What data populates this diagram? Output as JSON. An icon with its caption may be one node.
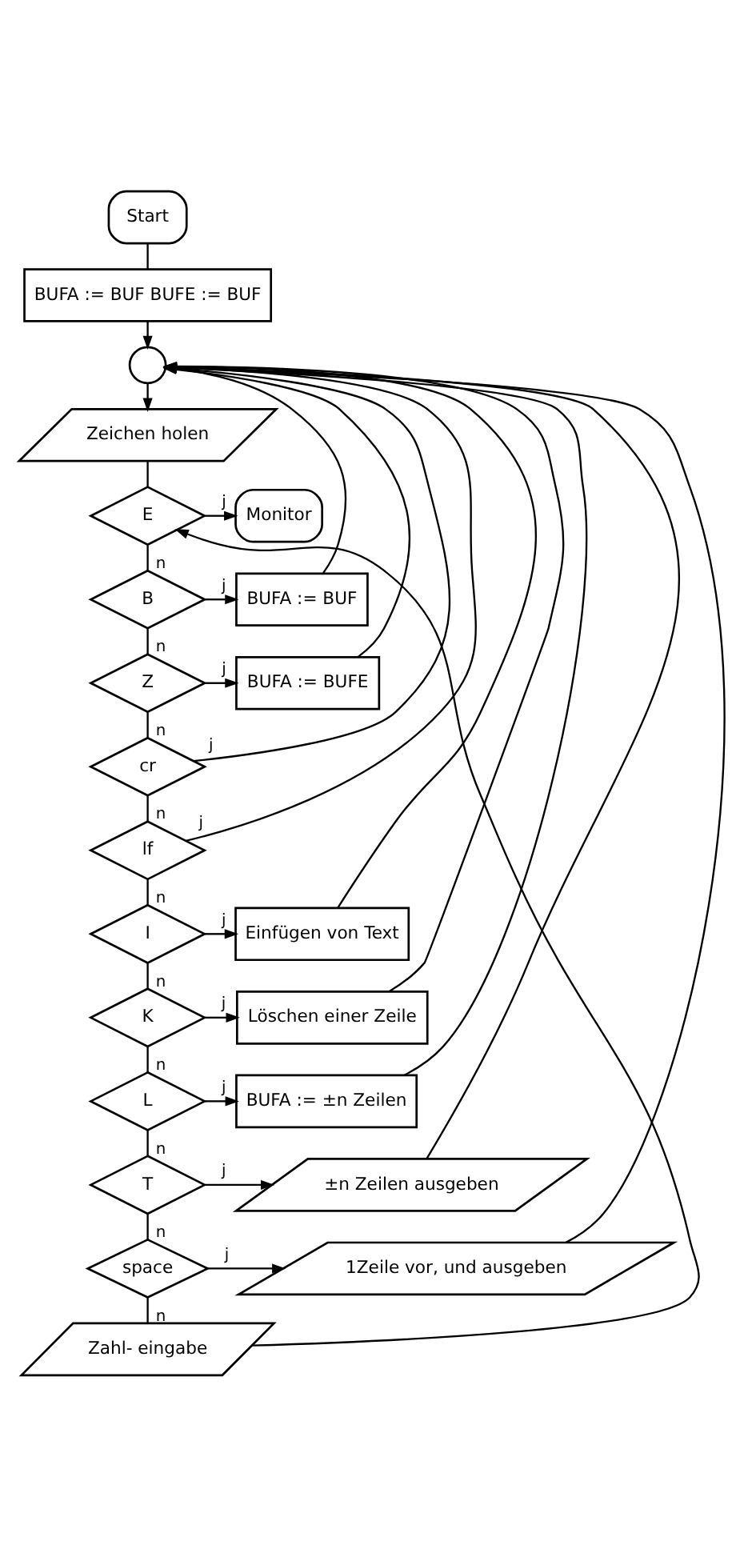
{
  "diagram": {
    "nodes": [
      {
        "text": [
          "Start"
        ]
      },
      {
        "text": [
          "BUFA := BUF BUFE := BUF"
        ]
      },
      {
        "text": [],
        "shape": "circle"
      },
      {
        "text": [
          "Zeichen holen"
        ]
      },
      {
        "text": [
          "E"
        ]
      },
      {
        "text": [
          "Monitor"
        ]
      },
      {
        "text": [
          "B"
        ]
      },
      {
        "text": [
          "BUFA := BUF"
        ]
      },
      {
        "text": [
          "Z"
        ]
      },
      {
        "text": [
          "BUFA := BUFE"
        ]
      },
      {
        "text": [
          "cr"
        ]
      },
      {
        "text": [
          "lf"
        ]
      },
      {
        "text": [
          "I"
        ]
      },
      {
        "text": [
          "Einfügen von Text"
        ]
      },
      {
        "text": [
          "K"
        ]
      },
      {
        "text": [
          "Löschen einer Zeile"
        ]
      },
      {
        "text": [
          "L"
        ]
      },
      {
        "text": [
          "BUFA := ±n Zeilen"
        ]
      },
      {
        "text": [
          "T"
        ]
      },
      {
        "text": [
          "±n Zeilen ausgeben"
        ]
      },
      {
        "text": [
          "space"
        ]
      },
      {
        "text": [
          "1Zeile vor, und ausgeben"
        ]
      },
      {
        "text": [
          "Zahl- eingabe"
        ]
      }
    ],
    "edges": [
      {
        "from": 0,
        "to": 1,
        "arrow": "none"
      },
      {
        "from": 1,
        "to": 2,
        "arrow": "to"
      },
      {
        "from": 2,
        "to": 3,
        "arrow": "to"
      },
      {
        "from": 3,
        "to": 4,
        "arrow": "none"
      },
      {
        "from": 4,
        "to": 5,
        "arrow": "to",
        "label": "j"
      },
      {
        "from": 4,
        "to": 6,
        "arrow": "none",
        "label": "n"
      },
      {
        "from": 6,
        "to": 7,
        "arrow": "to",
        "label": "j"
      },
      {
        "from": 7,
        "to": 2,
        "arrow": "to"
      },
      {
        "from": 6,
        "to": 8,
        "arrow": "none",
        "label": "n"
      },
      {
        "from": 8,
        "to": 9,
        "arrow": "to",
        "label": "j"
      },
      {
        "from": 9,
        "to": 2,
        "arrow": "to"
      },
      {
        "from": 8,
        "to": 10,
        "arrow": "none",
        "label": "n"
      },
      {
        "from": 10,
        "to": 2,
        "arrow": "to",
        "label": "j"
      },
      {
        "from": 10,
        "to": 11,
        "arrow": "none",
        "label": "n"
      },
      {
        "from": 11,
        "to": 2,
        "arrow": "to",
        "label": "j"
      },
      {
        "from": 11,
        "to": 12,
        "arrow": "none",
        "label": "n"
      },
      {
        "from": 12,
        "to": 13,
        "arrow": "to",
        "label": "j"
      },
      {
        "from": 13,
        "to": 2,
        "arrow": "to"
      },
      {
        "from": 12,
        "to": 14,
        "arrow": "none",
        "label": "n"
      },
      {
        "from": 14,
        "to": 15,
        "arrow": "to",
        "label": "j"
      },
      {
        "from": 15,
        "to": 2,
        "arrow": "to"
      },
      {
        "from": 14,
        "to": 16,
        "arrow": "none",
        "label": "n"
      },
      {
        "from": 16,
        "to": 17,
        "arrow": "to",
        "label": "j"
      },
      {
        "from": 17,
        "to": 2,
        "arrow": "to"
      },
      {
        "from": 16,
        "to": 18,
        "arrow": "none",
        "label": "n"
      },
      {
        "from": 18,
        "to": 19,
        "arrow": "to",
        "label": "j"
      },
      {
        "from": 19,
        "to": 2,
        "arrow": "to"
      },
      {
        "from": 18,
        "to": 20,
        "arrow": "none",
        "label": "n"
      },
      {
        "from": 20,
        "to": 21,
        "arrow": "to",
        "label": "j"
      },
      {
        "from": 21,
        "to": 2,
        "arrow": "to"
      },
      {
        "from": 20,
        "to": 22,
        "arrow": "none",
        "label": "n"
      },
      {
        "from": 22,
        "to": 4,
        "arrow": "to"
      }
    ]
  }
}
